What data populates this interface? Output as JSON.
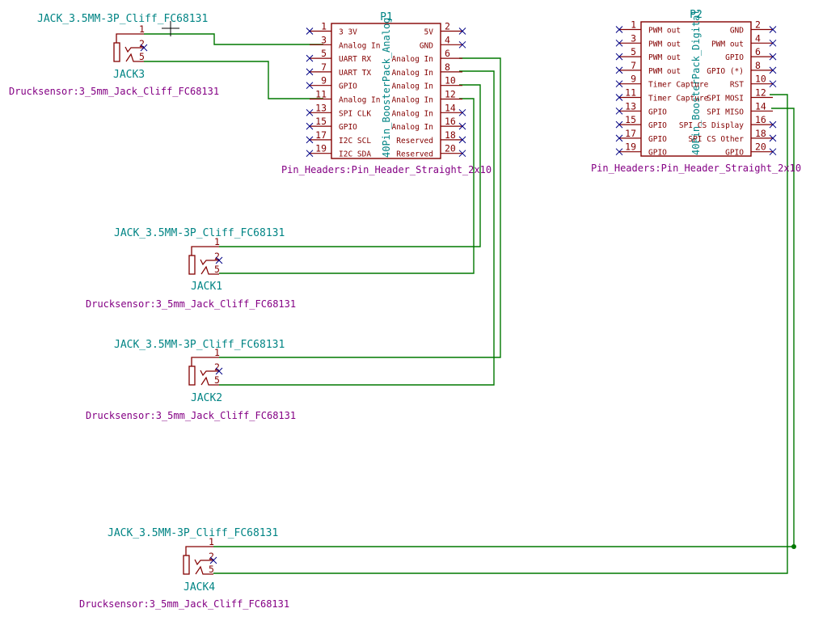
{
  "colors": {
    "symbol": "#840000",
    "wire": "#007800",
    "reference": "#008484",
    "footprint": "#840084",
    "no_connect": "#000084",
    "background": "#ffffff"
  },
  "connectors": [
    {
      "id": "p1",
      "reference": "P1",
      "value": "40Pin_BoosterPack_Analog",
      "footprint": "Pin_Headers:Pin_Header_Straight_2x10",
      "left_pins": [
        {
          "num": "1",
          "name": "3 3V",
          "nc": true
        },
        {
          "num": "3",
          "name": "Analog In",
          "nc": false
        },
        {
          "num": "5",
          "name": "UART RX",
          "nc": true
        },
        {
          "num": "7",
          "name": "UART TX",
          "nc": true
        },
        {
          "num": "9",
          "name": "GPIO",
          "nc": true
        },
        {
          "num": "11",
          "name": "Analog In",
          "nc": false
        },
        {
          "num": "13",
          "name": "SPI CLK",
          "nc": true
        },
        {
          "num": "15",
          "name": "GPIO",
          "nc": true
        },
        {
          "num": "17",
          "name": "I2C SCL",
          "nc": true
        },
        {
          "num": "19",
          "name": "I2C SDA",
          "nc": true
        }
      ],
      "right_pins": [
        {
          "num": "2",
          "name": "5V",
          "nc": true
        },
        {
          "num": "4",
          "name": "GND",
          "nc": true
        },
        {
          "num": "6",
          "name": "Analog In",
          "nc": false
        },
        {
          "num": "8",
          "name": "Analog In",
          "nc": false
        },
        {
          "num": "10",
          "name": "Analog In",
          "nc": false
        },
        {
          "num": "12",
          "name": "Analog In",
          "nc": false
        },
        {
          "num": "14",
          "name": "Analog In",
          "nc": true
        },
        {
          "num": "16",
          "name": "Analog In",
          "nc": true
        },
        {
          "num": "18",
          "name": "Reserved",
          "nc": true
        },
        {
          "num": "20",
          "name": "Reserved",
          "nc": true
        }
      ]
    },
    {
      "id": "p2",
      "reference": "P2",
      "value": "40Pin_BoosterPack_Digital",
      "footprint": "Pin_Headers:Pin_Header_Straight_2x10",
      "left_pins": [
        {
          "num": "1",
          "name": "PWM out",
          "nc": true
        },
        {
          "num": "3",
          "name": "PWM out",
          "nc": true
        },
        {
          "num": "5",
          "name": "PWM out",
          "nc": true
        },
        {
          "num": "7",
          "name": "PWM out",
          "nc": true
        },
        {
          "num": "9",
          "name": "Timer Capture",
          "nc": true
        },
        {
          "num": "11",
          "name": "Timer Capture",
          "nc": true
        },
        {
          "num": "13",
          "name": "GPIO",
          "nc": true
        },
        {
          "num": "15",
          "name": "GPIO",
          "nc": true
        },
        {
          "num": "17",
          "name": "GPIO",
          "nc": true
        },
        {
          "num": "19",
          "name": "GPIO",
          "nc": true
        }
      ],
      "right_pins": [
        {
          "num": "2",
          "name": "GND",
          "nc": true
        },
        {
          "num": "4",
          "name": "PWM out",
          "nc": true
        },
        {
          "num": "6",
          "name": "GPIO",
          "nc": true
        },
        {
          "num": "8",
          "name": "GPIO (*)",
          "nc": true
        },
        {
          "num": "10",
          "name": "RST",
          "nc": true
        },
        {
          "num": "12",
          "name": "SPI MOSI",
          "nc": false
        },
        {
          "num": "14",
          "name": "SPI MISO",
          "nc": false
        },
        {
          "num": "16",
          "name": "SPI CS Display",
          "nc": true
        },
        {
          "num": "18",
          "name": "SPI CS Other",
          "nc": true
        },
        {
          "num": "20",
          "name": "GPIO",
          "nc": true
        }
      ]
    }
  ],
  "jacks": [
    {
      "id": "jack3",
      "reference": "JACK3",
      "value": "JACK_3.5MM-3P_Cliff_FC68131",
      "footprint": "Drucksensor:3_5mm_Jack_Cliff_FC68131",
      "pins": [
        "1",
        "2",
        "5"
      ]
    },
    {
      "id": "jack1",
      "reference": "JACK1",
      "value": "JACK_3.5MM-3P_Cliff_FC68131",
      "footprint": "Drucksensor:3_5mm_Jack_Cliff_FC68131",
      "pins": [
        "1",
        "2",
        "5"
      ]
    },
    {
      "id": "jack2",
      "reference": "JACK2",
      "value": "JACK_3.5MM-3P_Cliff_FC68131",
      "footprint": "Drucksensor:3_5mm_Jack_Cliff_FC68131",
      "pins": [
        "1",
        "2",
        "5"
      ]
    },
    {
      "id": "jack4",
      "reference": "JACK4",
      "value": "JACK_3.5MM-3P_Cliff_FC68131",
      "footprint": "Drucksensor:3_5mm_Jack_Cliff_FC68131",
      "pins": [
        "1",
        "2",
        "5"
      ]
    }
  ],
  "nets": [
    {
      "from": "JACK3.1",
      "to": "P1.3"
    },
    {
      "from": "JACK3.5",
      "to": "P1.11"
    },
    {
      "from": "JACK1.1",
      "to": "P1.10"
    },
    {
      "from": "JACK1.5",
      "to": "P1.12"
    },
    {
      "from": "JACK2.1",
      "to": "P1.6"
    },
    {
      "from": "JACK2.5",
      "to": "P1.8"
    },
    {
      "from": "JACK4.1",
      "to": "P2.14"
    },
    {
      "from": "JACK4.5",
      "to": "P2.12"
    }
  ]
}
